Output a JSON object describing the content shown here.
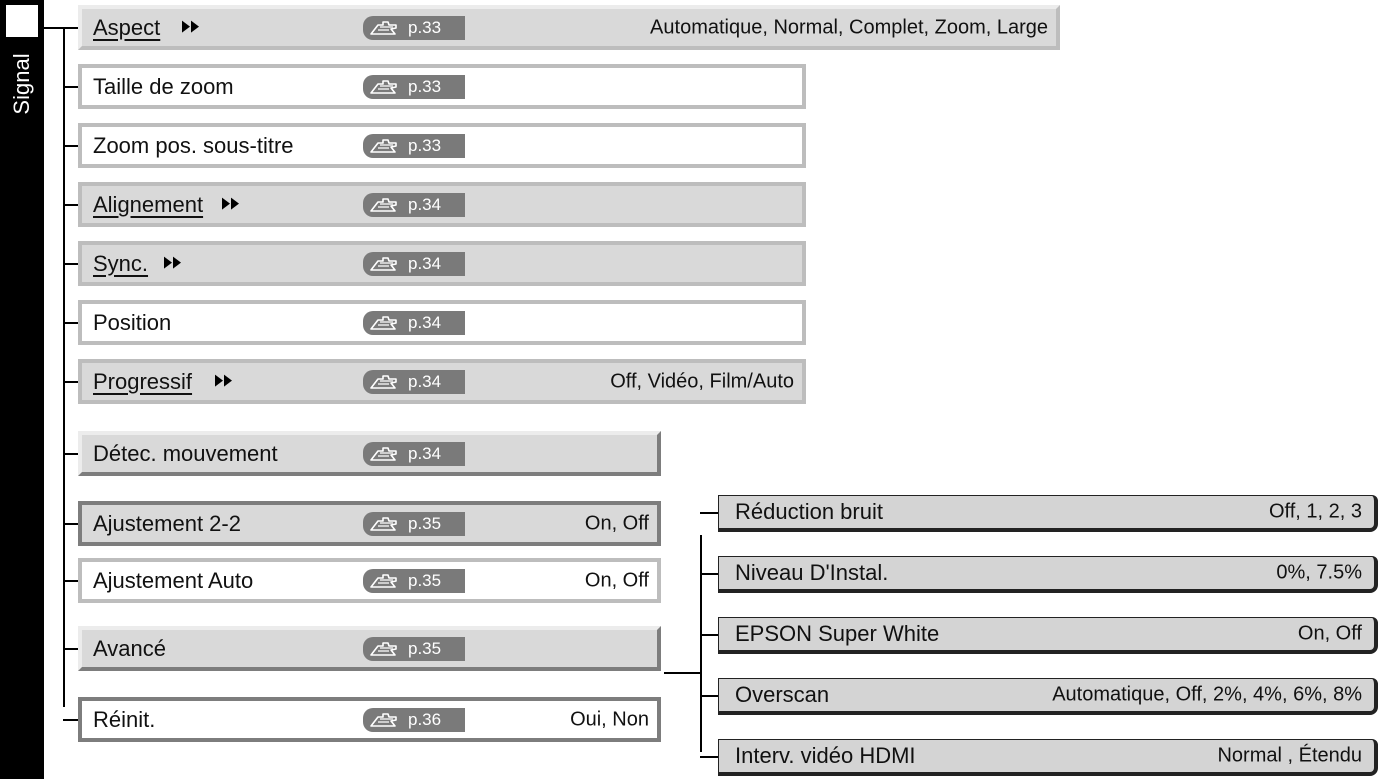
{
  "sidebar": {
    "label": "Signal"
  },
  "menu": [
    {
      "label": "Aspect",
      "has_arrow": true,
      "ref": "p.33",
      "values": "Automatique, Normal, Complet, Zoom, Large"
    },
    {
      "label": "Taille de zoom",
      "has_arrow": false,
      "ref": "p.33",
      "values": ""
    },
    {
      "label": "Zoom pos. sous-titre",
      "has_arrow": false,
      "ref": "p.33",
      "values": ""
    },
    {
      "label": "Alignement",
      "has_arrow": true,
      "ref": "p.34",
      "values": ""
    },
    {
      "label": "Sync.",
      "has_arrow": true,
      "ref": "p.34",
      "values": ""
    },
    {
      "label": "Position",
      "has_arrow": false,
      "ref": "p.34",
      "values": ""
    },
    {
      "label": "Progressif",
      "has_arrow": true,
      "ref": "p.34",
      "values": "Off, Vidéo, Film/Auto"
    },
    {
      "label": "Détec. mouvement",
      "has_arrow": false,
      "ref": "p.34",
      "values": ""
    },
    {
      "label": "Ajustement 2-2",
      "has_arrow": false,
      "ref": "p.35",
      "values": "On, Off"
    },
    {
      "label": "Ajustement Auto",
      "has_arrow": false,
      "ref": "p.35",
      "values": "On, Off"
    },
    {
      "label": "Avancé",
      "has_arrow": false,
      "ref": "p.35",
      "values": ""
    },
    {
      "label": "Réinit.",
      "has_arrow": false,
      "ref": "p.36",
      "values": "Oui, Non"
    }
  ],
  "advanced_submenu": [
    {
      "label": "Réduction bruit",
      "values": "Off, 1, 2, 3"
    },
    {
      "label": "Niveau D'Instal.",
      "values": "0%, 7.5%"
    },
    {
      "label": "EPSON Super White",
      "values": "On, Off"
    },
    {
      "label": "Overscan",
      "values": "Automatique, Off, 2%, 4%, 6%,  8%"
    },
    {
      "label": "Interv. vidéo HDMI",
      "values": "Normal , Étendu"
    }
  ],
  "icons": {
    "reference": "hand-pointer-icon",
    "arrow": "double-arrow-icon"
  },
  "colors": {
    "sidebar": "#000000",
    "ref_badge": "#7a7a7a",
    "row_fill_grey": "#d9d9d9",
    "submenu_fill": "#d4d4d4"
  }
}
